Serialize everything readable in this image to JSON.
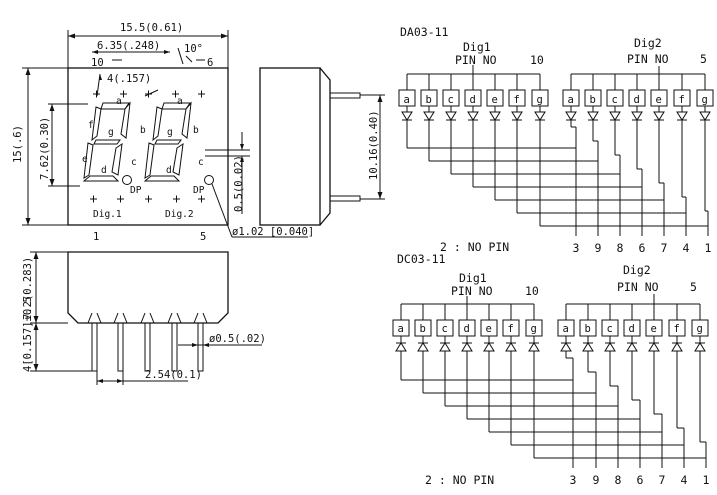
{
  "front_view": {
    "width_dim": "15.5(0.61)",
    "pitch_dim": "6.35(.248)",
    "top_left_num": "10",
    "angle": "10°",
    "top_right_num": "6",
    "seg_dim": "4(.157)",
    "height_dim": "15(.6)",
    "digit_height_dim": "7.62(0.30)",
    "seg_labels": [
      "a",
      "b",
      "c",
      "d",
      "e",
      "f",
      "g"
    ],
    "dp": "DP",
    "dig1": "Dig.1",
    "dig2": "Dig.2",
    "dp_dim": "0.5(0.02)",
    "dp_dia": "ø1.02 [0.040]",
    "bottom_left_num": "1",
    "bottom_right_num": "5"
  },
  "side_view": {
    "dim": "10.16(0.40)"
  },
  "bottom_view": {
    "depth_dim": "7.2(0.283)",
    "pin_len_dim": "4[0.157]±0.5",
    "pitch_dim": "2.54(0.1)",
    "pin_dia": "ø0.5(.02)"
  },
  "schematics": [
    {
      "part": "DA03-11",
      "dig1": "Dig1",
      "dig2": "Dig2",
      "pin_no": "PIN  NO",
      "dig1_pin": "10",
      "dig2_pin": "5",
      "segments": [
        "a",
        "b",
        "c",
        "d",
        "e",
        "f",
        "g"
      ],
      "pins": [
        "3",
        "9",
        "8",
        "6",
        "7",
        "4",
        "1"
      ],
      "note": "2 : NO PIN",
      "diode_direction": "anode-common"
    },
    {
      "part": "DC03-11",
      "dig1": "Dig1",
      "dig2": "Dig2",
      "pin_no": "PIN  NO",
      "dig1_pin": "10",
      "dig2_pin": "5",
      "segments": [
        "a",
        "b",
        "c",
        "d",
        "e",
        "f",
        "g"
      ],
      "pins": [
        "3",
        "9",
        "8",
        "6",
        "7",
        "4",
        "1"
      ],
      "note": "2 : NO PIN",
      "diode_direction": "cathode-common"
    }
  ]
}
